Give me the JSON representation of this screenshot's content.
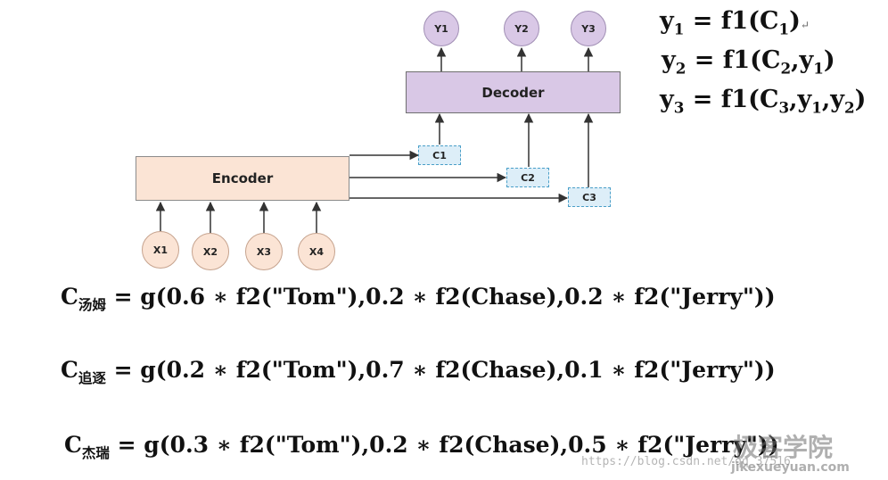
{
  "diagram": {
    "decoder_label": "Decoder",
    "encoder_label": "Encoder",
    "outputs": [
      "Y1",
      "Y2",
      "Y3"
    ],
    "contexts": [
      "C1",
      "C2",
      "C3"
    ],
    "inputs": [
      "X1",
      "X2",
      "X3",
      "X4"
    ]
  },
  "formulas": {
    "y1": {
      "lhs": "y",
      "lhs_sub": "1",
      "rhs_pre": " = f1(C",
      "rhs_sub": "1",
      "rhs_post": ")",
      "mark": "↵"
    },
    "y2": {
      "lhs": "y",
      "lhs_sub": "2",
      "rhs": " = f1(C",
      "s1": "2",
      "mid1": ",y",
      "s2": "1",
      "end": ")"
    },
    "y3": {
      "lhs": "y",
      "lhs_sub": "3",
      "rhs": " = f1(C",
      "s1": "3",
      "mid1": ",y",
      "s2": "1",
      "mid2": ",y",
      "s3": "2",
      "end": ")"
    }
  },
  "attention": [
    {
      "c": "C",
      "sub": "汤姆",
      "expr": " = g(0.6 ∗ f2(\"Tom\"),0.2 ∗ f2(Chase),0.2 ∗ f2(\"Jerry\"))"
    },
    {
      "c": "C",
      "sub": "追逐",
      "expr": " = g(0.2 ∗ f2(\"Tom\"),0.7 ∗ f2(Chase),0.1 ∗ f2(\"Jerry\"))"
    },
    {
      "c": "C",
      "sub": "杰瑞",
      "expr": " = g(0.3 ∗ f2(\"Tom\"),0.2 ∗ f2(Chase),0.5 ∗ f2(\"Jerry\"))"
    }
  ],
  "watermark": {
    "url": "https://blog.csdn.net/qq_37516",
    "brand_cn": "极客学院",
    "brand_url": "jikexueyuan.com"
  }
}
